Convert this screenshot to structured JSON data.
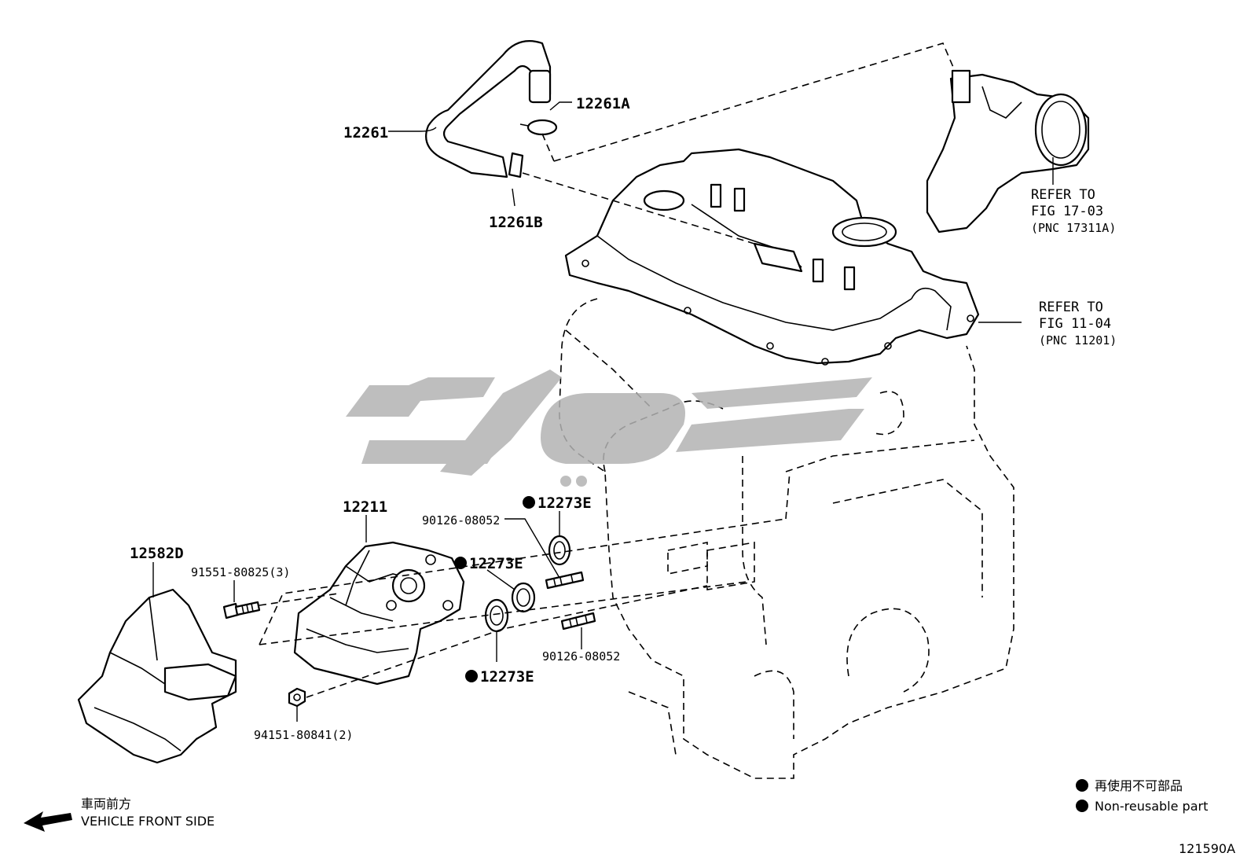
{
  "labels": {
    "hose": "12261",
    "clip_a": "12261A",
    "clip_b": "12261B",
    "pump": "12211",
    "cover": "12582D",
    "bolt": "91551-80825(3)",
    "nut": "94151-80841(2)",
    "gasket_top": "12273E",
    "gasket_mid": "12273E",
    "gasket_bot": "12273E",
    "stud_top": "90126-08052",
    "stud_bot": "90126-08052"
  },
  "refs": [
    {
      "line1": "REFER TO",
      "line2": "FIG 17-03",
      "line3": "(PNC 17311A)"
    },
    {
      "line1": "REFER TO",
      "line2": "FIG 11-04",
      "line3": "(PNC 11201)"
    }
  ],
  "legend": {
    "ja": "再使用不可部品",
    "en": "Non-reusable part"
  },
  "direction": {
    "ja": "車両前方",
    "en": "VEHICLE FRONT SIDE"
  },
  "figure_id": "121590A"
}
